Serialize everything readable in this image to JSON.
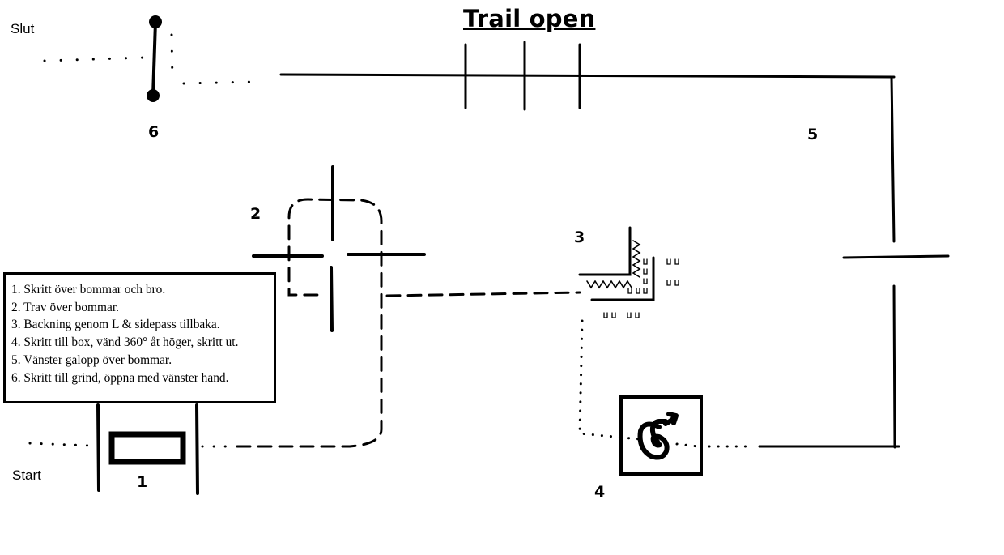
{
  "title": "Trail open",
  "labels": {
    "start": "Start",
    "end": "Slut"
  },
  "stations": {
    "s1": "1",
    "s2": "2",
    "s3": "3",
    "s4": "4",
    "s5": "5",
    "s6": "6"
  },
  "legend": [
    "1. Skritt över bommar och bro.",
    "2. Trav över bommar.",
    "3. Backning genom L & sidepass tillbaka.",
    "4. Skritt till box, vänd 360° åt höger, skritt ut.",
    "5. Vänster galopp över bommar.",
    "6. Skritt till grind, öppna med vänster hand."
  ]
}
